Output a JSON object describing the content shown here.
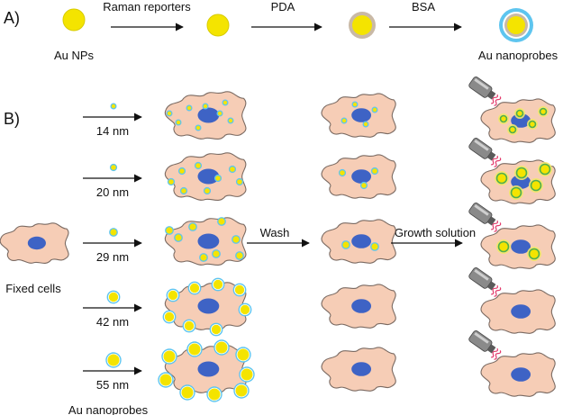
{
  "panel_a": {
    "label": "A)",
    "start_label": "Au NPs",
    "end_label": "Au nanoprobes",
    "steps": [
      "Raman reporters",
      "PDA",
      "BSA"
    ]
  },
  "panel_b": {
    "label": "B)",
    "start_label": "Fixed cells",
    "sizes": [
      "14 nm",
      "20 nm",
      "29 nm",
      "42 nm",
      "55 nm"
    ],
    "size_caption": "Au nanoprobes",
    "wash_label": "Wash",
    "growth_label": "Growth solution"
  },
  "colors": {
    "gold": "#f4e400",
    "pda_shell": "#c9b9a6",
    "bsa_shell": "#5ec5ef",
    "cell_fill": "#f6cdb6",
    "cell_stroke": "#7a6a62",
    "nucleus": "#3e63c5",
    "laser_beam": "#e23a6b"
  },
  "icons": [
    "cell-icon",
    "nanoparticle-icon",
    "laser-probe-icon",
    "arrow-icon"
  ]
}
